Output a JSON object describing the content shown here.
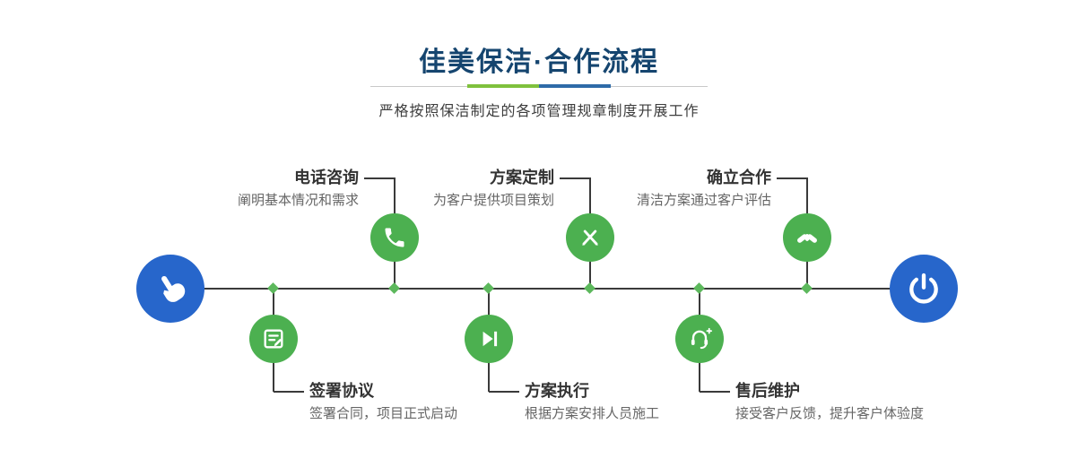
{
  "header": {
    "title": "佳美保洁·合作流程",
    "subtitle": "严格按照保洁制定的各项管理规章制度开展工作"
  },
  "colors": {
    "title_navy": "#15456f",
    "accent_green": "#7fc13d",
    "accent_blue": "#2e6ba8",
    "node_green": "#4cb050",
    "node_blue": "#2766cb",
    "diamond_green": "#5cb85c",
    "line_dark": "#3a3a3a",
    "step_title": "#333333",
    "step_desc": "#666666"
  },
  "timeline": {
    "start_icon": "hand-pointer-icon",
    "end_icon": "power-icon"
  },
  "steps": [
    {
      "title": "电话咨询",
      "desc": "阐明基本情况和需求",
      "icon": "phone-icon",
      "position": "top"
    },
    {
      "title": "签署协议",
      "desc": "签署合同，项目正式启动",
      "icon": "contract-icon",
      "position": "bottom"
    },
    {
      "title": "方案定制",
      "desc": "为客户提供项目策划",
      "icon": "design-icon",
      "position": "top"
    },
    {
      "title": "方案执行",
      "desc": "根据方案安排人员施工",
      "icon": "play-icon",
      "position": "bottom"
    },
    {
      "title": "确立合作",
      "desc": "清洁方案通过客户评估",
      "icon": "handshake-icon",
      "position": "top"
    },
    {
      "title": "售后维护",
      "desc": "接受客户反馈，提升客户体验度",
      "icon": "headset-icon",
      "position": "bottom"
    }
  ]
}
